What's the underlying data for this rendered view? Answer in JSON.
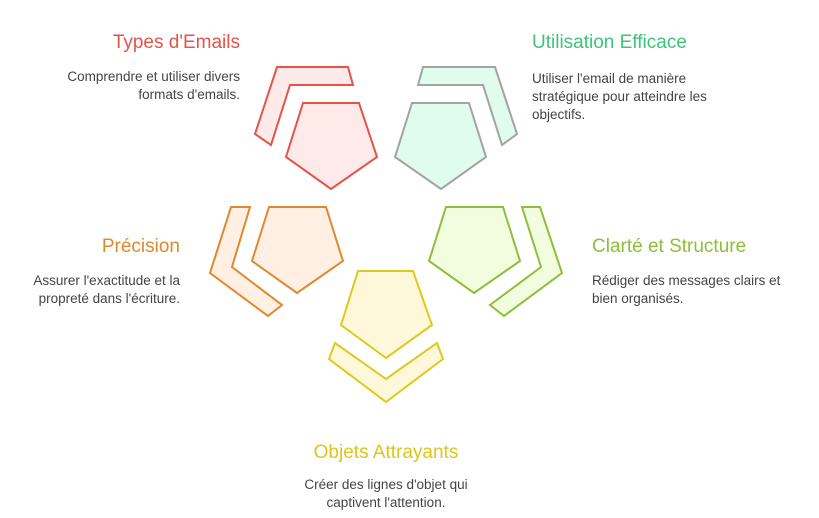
{
  "items": [
    {
      "title": "Types d'Emails",
      "desc": "Comprendre et utiliser divers formats d'emails.",
      "color": "#e5534b",
      "stroke": "#e5534b",
      "fill": "#ffeaea"
    },
    {
      "title": "Utilisation Efficace",
      "desc": "Utiliser l'email de manière stratégique pour atteindre les objectifs.",
      "color": "#3ec47a",
      "stroke": "#a3a3a3",
      "fill": "#e0fcee"
    },
    {
      "title": "Précision",
      "desc": "Assurer l'exactitude et la propreté dans l'écriture.",
      "color": "#e0882c",
      "stroke": "#e0882c",
      "fill": "#fff0e3"
    },
    {
      "title": "Clarté et Structure",
      "desc": "Rédiger des messages clairs et bien organisés.",
      "color": "#8dbf3a",
      "stroke": "#8dbf3a",
      "fill": "#f2fde0"
    },
    {
      "title": "Objets Attrayants",
      "desc": "Créer des lignes d'objet qui captivent l'attention.",
      "color": "#dcc61c",
      "stroke": "#e0c81c",
      "fill": "#fdf8d9"
    }
  ]
}
